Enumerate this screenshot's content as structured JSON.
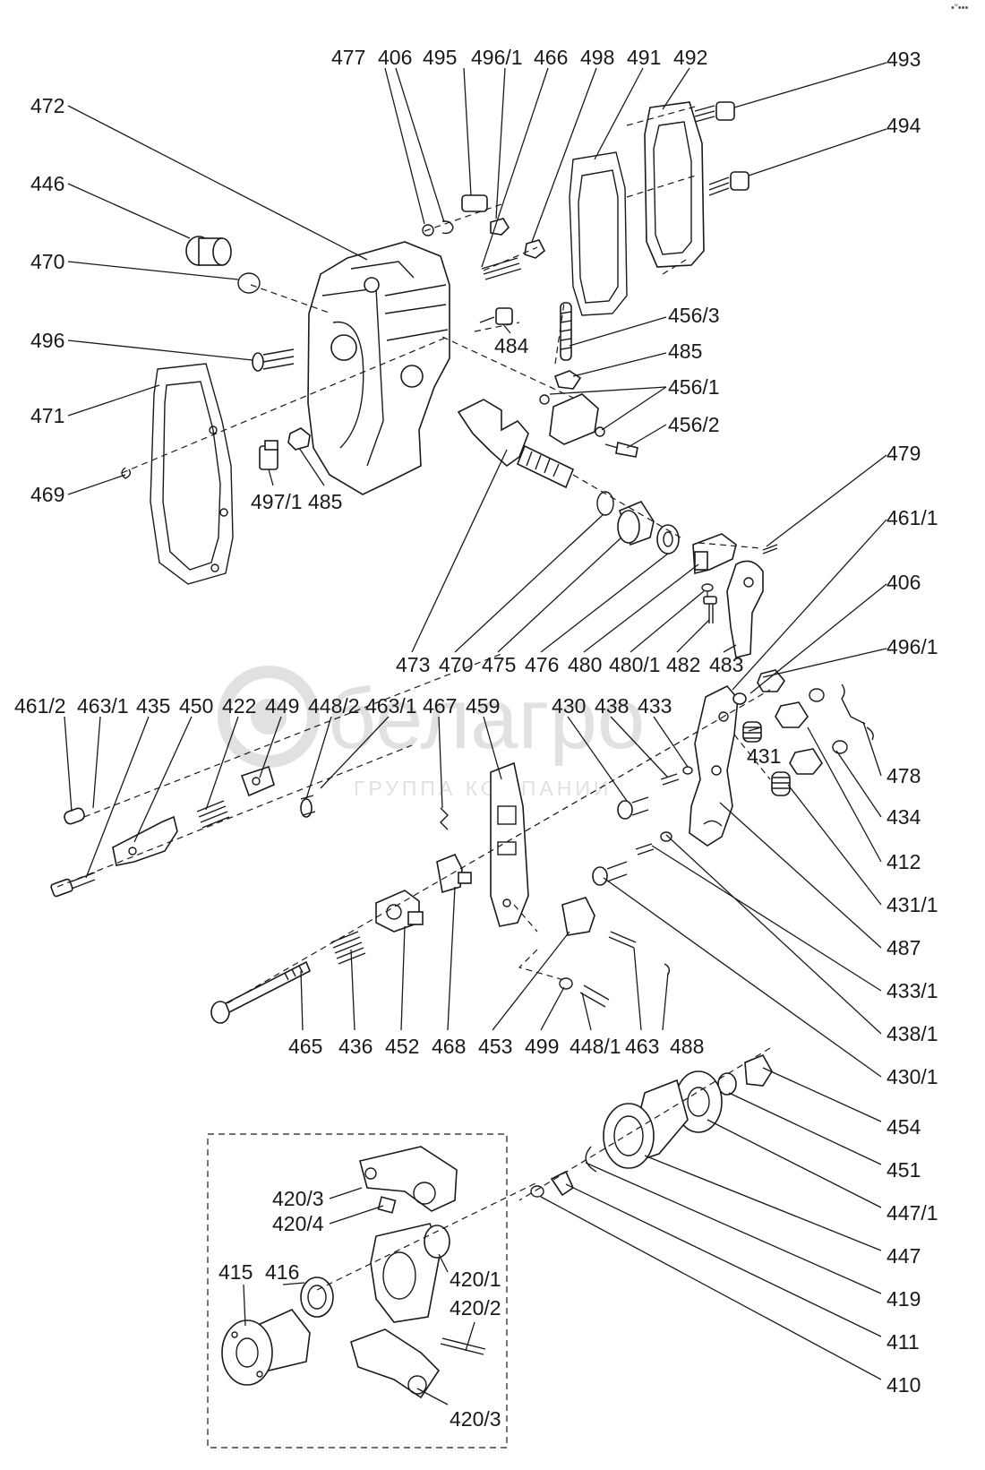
{
  "watermark": {
    "brand": "белагро",
    "subtitle": "ГРУППА КОМПАНИИ"
  },
  "corner_mark": "•\"•••",
  "labels": {
    "L477": "477",
    "L406a": "406",
    "L495": "495",
    "L4961a": "496/1",
    "L466": "466",
    "L498": "498",
    "L491": "491",
    "L492": "492",
    "L493": "493",
    "L494": "494",
    "L472": "472",
    "L446": "446",
    "L470a": "470",
    "L496": "496",
    "L471": "471",
    "L469": "469",
    "L4971": "497/1",
    "L485a": "485",
    "L484": "484",
    "L4563": "456/3",
    "L485b": "485",
    "L4561": "456/1",
    "L4562": "456/2",
    "L479": "479",
    "L4611": "461/1",
    "L406b": "406",
    "L4961b": "496/1",
    "L473": "473",
    "L470b": "470",
    "L475": "475",
    "L476": "476",
    "L480": "480",
    "L4801": "480/1",
    "L482": "482",
    "L483": "483",
    "L4612": "461/2",
    "L4631a": "463/1",
    "L435": "435",
    "L450": "450",
    "L422": "422",
    "L449": "449",
    "L4482": "448/2",
    "L4631b": "463/1",
    "L467": "467",
    "L459": "459",
    "L430": "430",
    "L438": "438",
    "L433": "433",
    "L431": "431",
    "L478": "478",
    "L434": "434",
    "L412": "412",
    "L4311": "431/1",
    "L487": "487",
    "L4331": "433/1",
    "L4381": "438/1",
    "L4301": "430/1",
    "L465": "465",
    "L436": "436",
    "L452": "452",
    "L468": "468",
    "L453": "453",
    "L499": "499",
    "L4481": "448/1",
    "L463": "463",
    "L488": "488",
    "L454": "454",
    "L451": "451",
    "L4471": "447/1",
    "L447": "447",
    "L419": "419",
    "L411": "411",
    "L410": "410",
    "L4203a": "420/3",
    "L4204": "420/4",
    "L4201": "420/1",
    "L4202": "420/2",
    "L415": "415",
    "L416": "416",
    "L4203b": "420/3"
  }
}
